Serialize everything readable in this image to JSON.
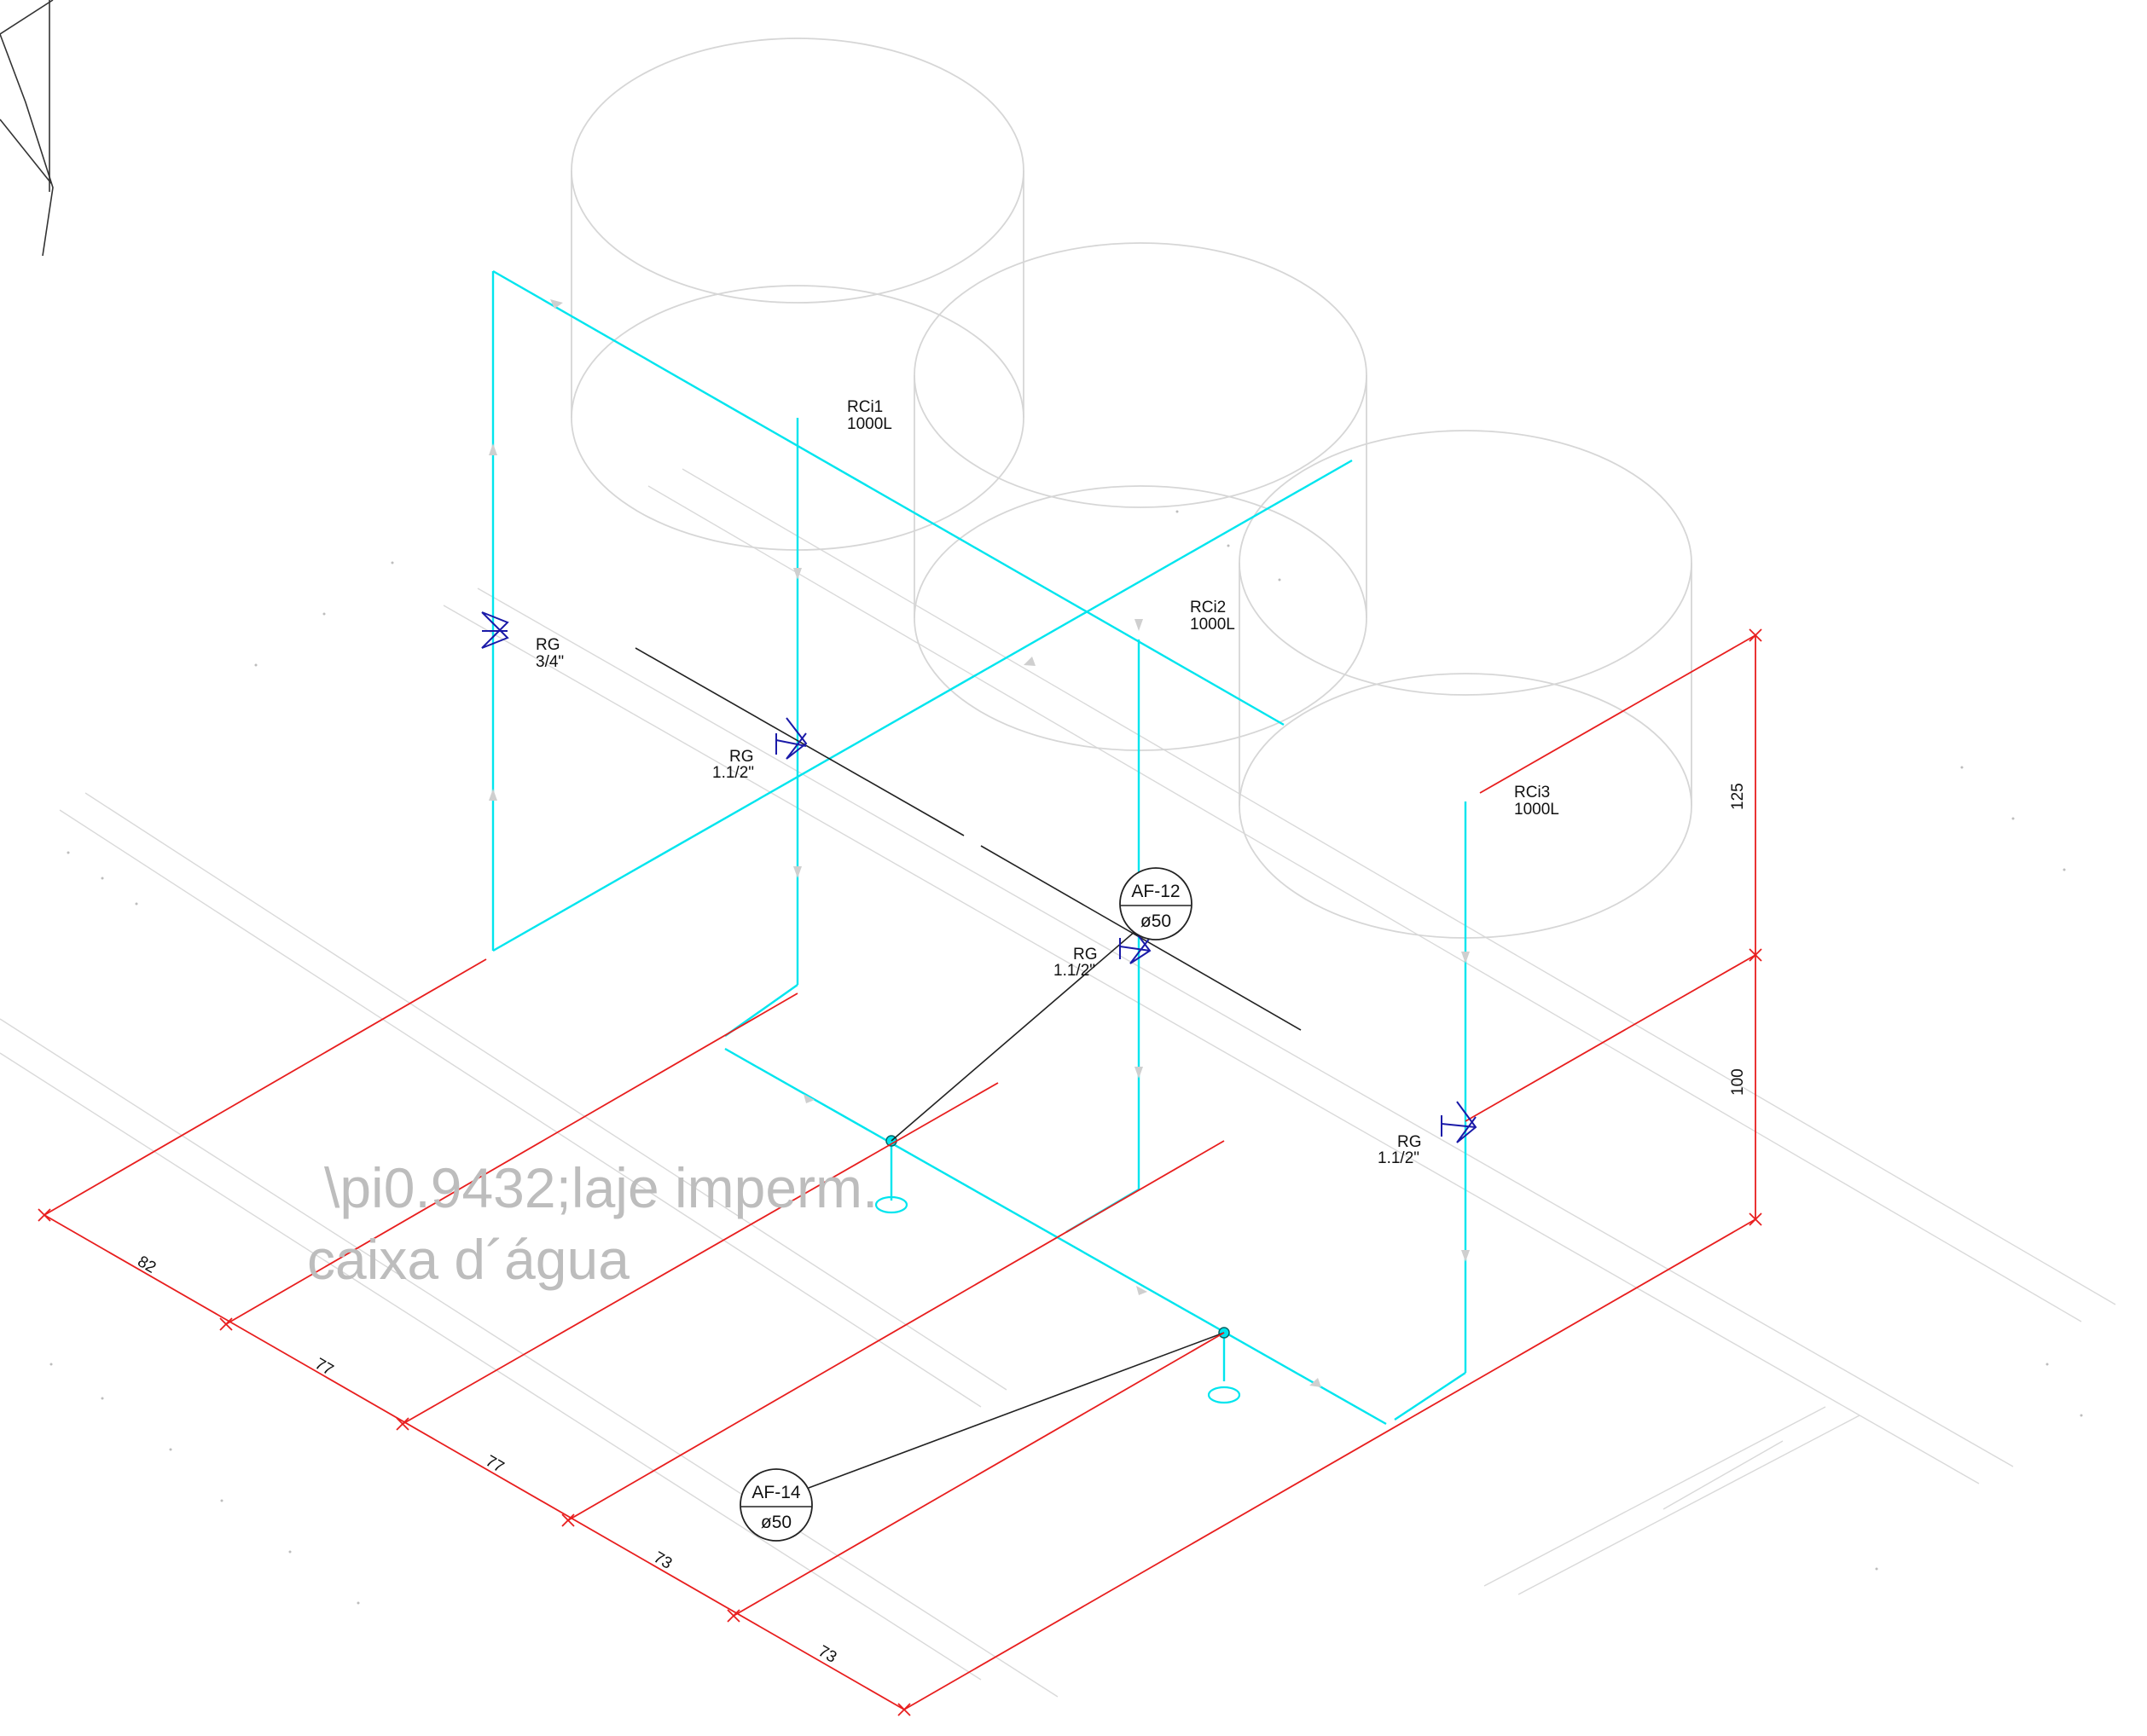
{
  "reservoirs": [
    {
      "name": "RCi1",
      "capacity": "1000L"
    },
    {
      "name": "RCi2",
      "capacity": "1000L"
    },
    {
      "name": "RCi3",
      "capacity": "1000L"
    }
  ],
  "valves": [
    {
      "code": "RG",
      "size": "3/4\""
    },
    {
      "code": "RG",
      "size": "1.1/2\""
    },
    {
      "code": "RG",
      "size": "1.1/2\""
    },
    {
      "code": "RG",
      "size": "1.1/2\""
    }
  ],
  "pipe_tags": [
    {
      "id": "AF-12",
      "diameter": "ø50"
    },
    {
      "id": "AF-14",
      "diameter": "ø50"
    }
  ],
  "dimensions": {
    "horizontal": [
      "82",
      "77",
      "77",
      "73",
      "73"
    ],
    "vertical": [
      "125",
      "100"
    ]
  },
  "annotation": {
    "line1": "\\pi0.9432;laje imperm.",
    "line2": "caixa d´água"
  },
  "colors": {
    "pipe": "#00e5ee",
    "dimension": "#e81e1e",
    "valve": "#1a1aa8",
    "tank": "#d6d6d6",
    "leader": "#222222",
    "watermark": "#bdbdbd"
  }
}
